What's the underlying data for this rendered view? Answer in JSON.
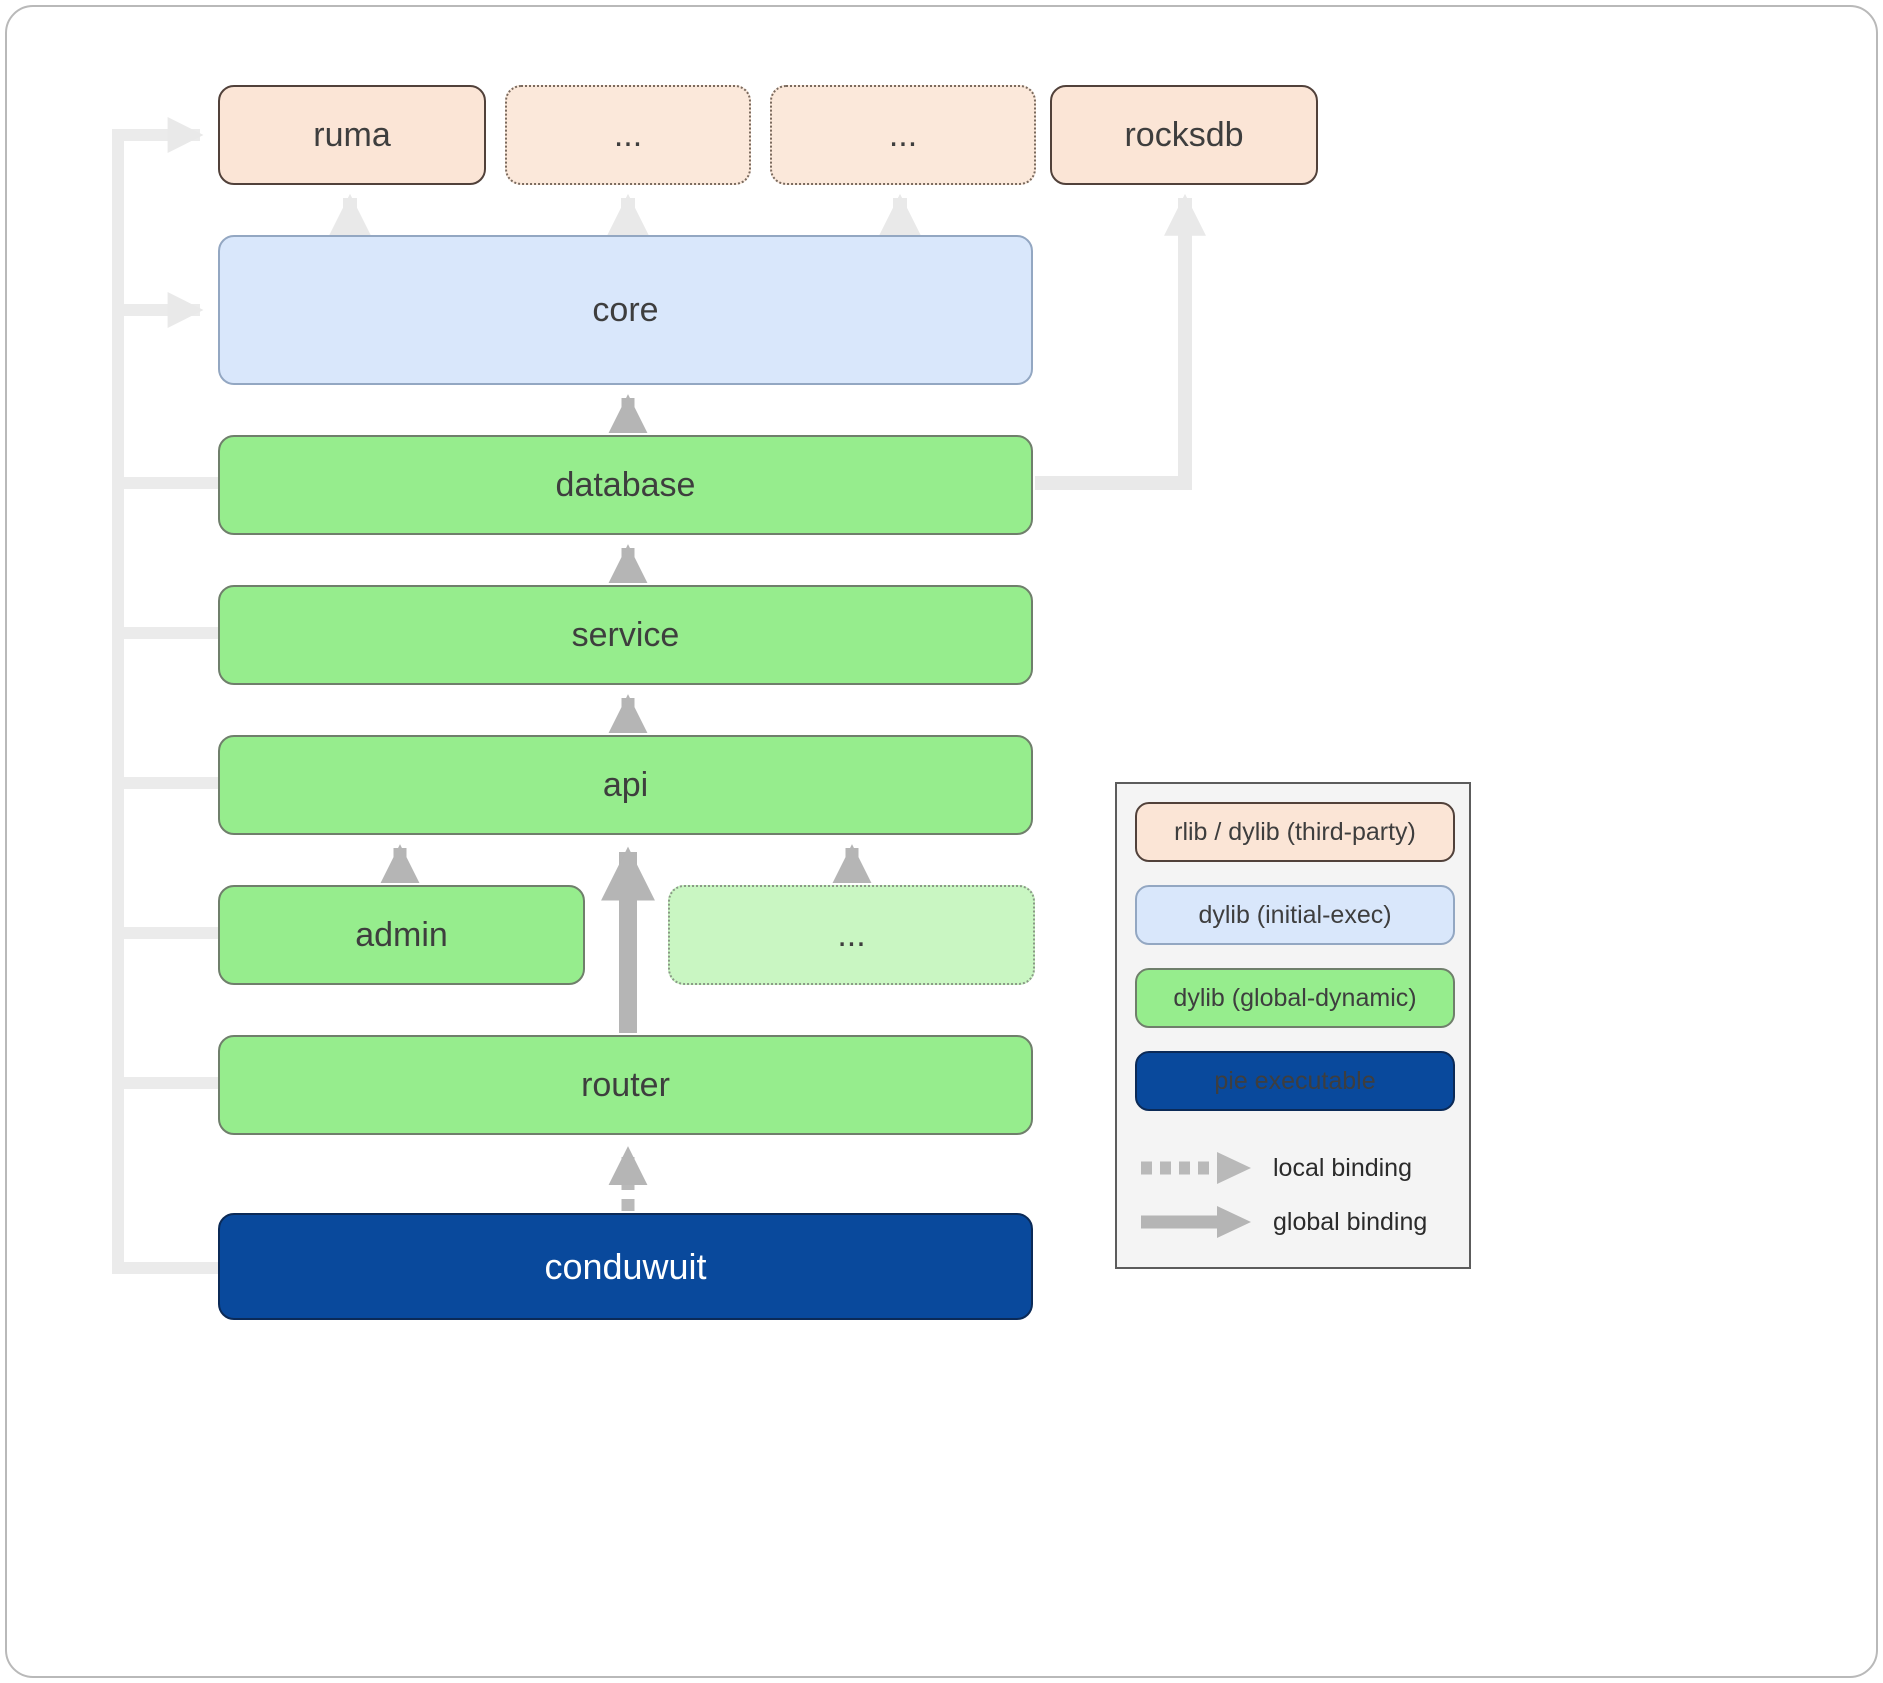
{
  "nodes": {
    "ruma": {
      "label": "ruma"
    },
    "top_ellipsis_1": {
      "label": "..."
    },
    "top_ellipsis_2": {
      "label": "..."
    },
    "rocksdb": {
      "label": "rocksdb"
    },
    "core": {
      "label": "core"
    },
    "database": {
      "label": "database"
    },
    "service": {
      "label": "service"
    },
    "api": {
      "label": "api"
    },
    "admin": {
      "label": "admin"
    },
    "mid_ellipsis": {
      "label": "..."
    },
    "router": {
      "label": "router"
    },
    "conduwuit": {
      "label": "conduwuit"
    }
  },
  "legend": {
    "items": [
      {
        "label": "rlib / dylib (third-party)",
        "color": "#fbe5d6"
      },
      {
        "label": "dylib (initial-exec)",
        "color": "#d9e7fb"
      },
      {
        "label": "dylib (global-dynamic)",
        "color": "#96ed8d"
      },
      {
        "label": "pie executable",
        "color": "#09499c"
      }
    ],
    "bindings": [
      {
        "label": "local binding"
      },
      {
        "label": "global binding"
      }
    ]
  },
  "colors": {
    "arrow_light": "#e9e9e9",
    "arrow_medium": "#b5b5b5",
    "frame_border": "#b9b9b9",
    "text": "#3e3e3e"
  }
}
